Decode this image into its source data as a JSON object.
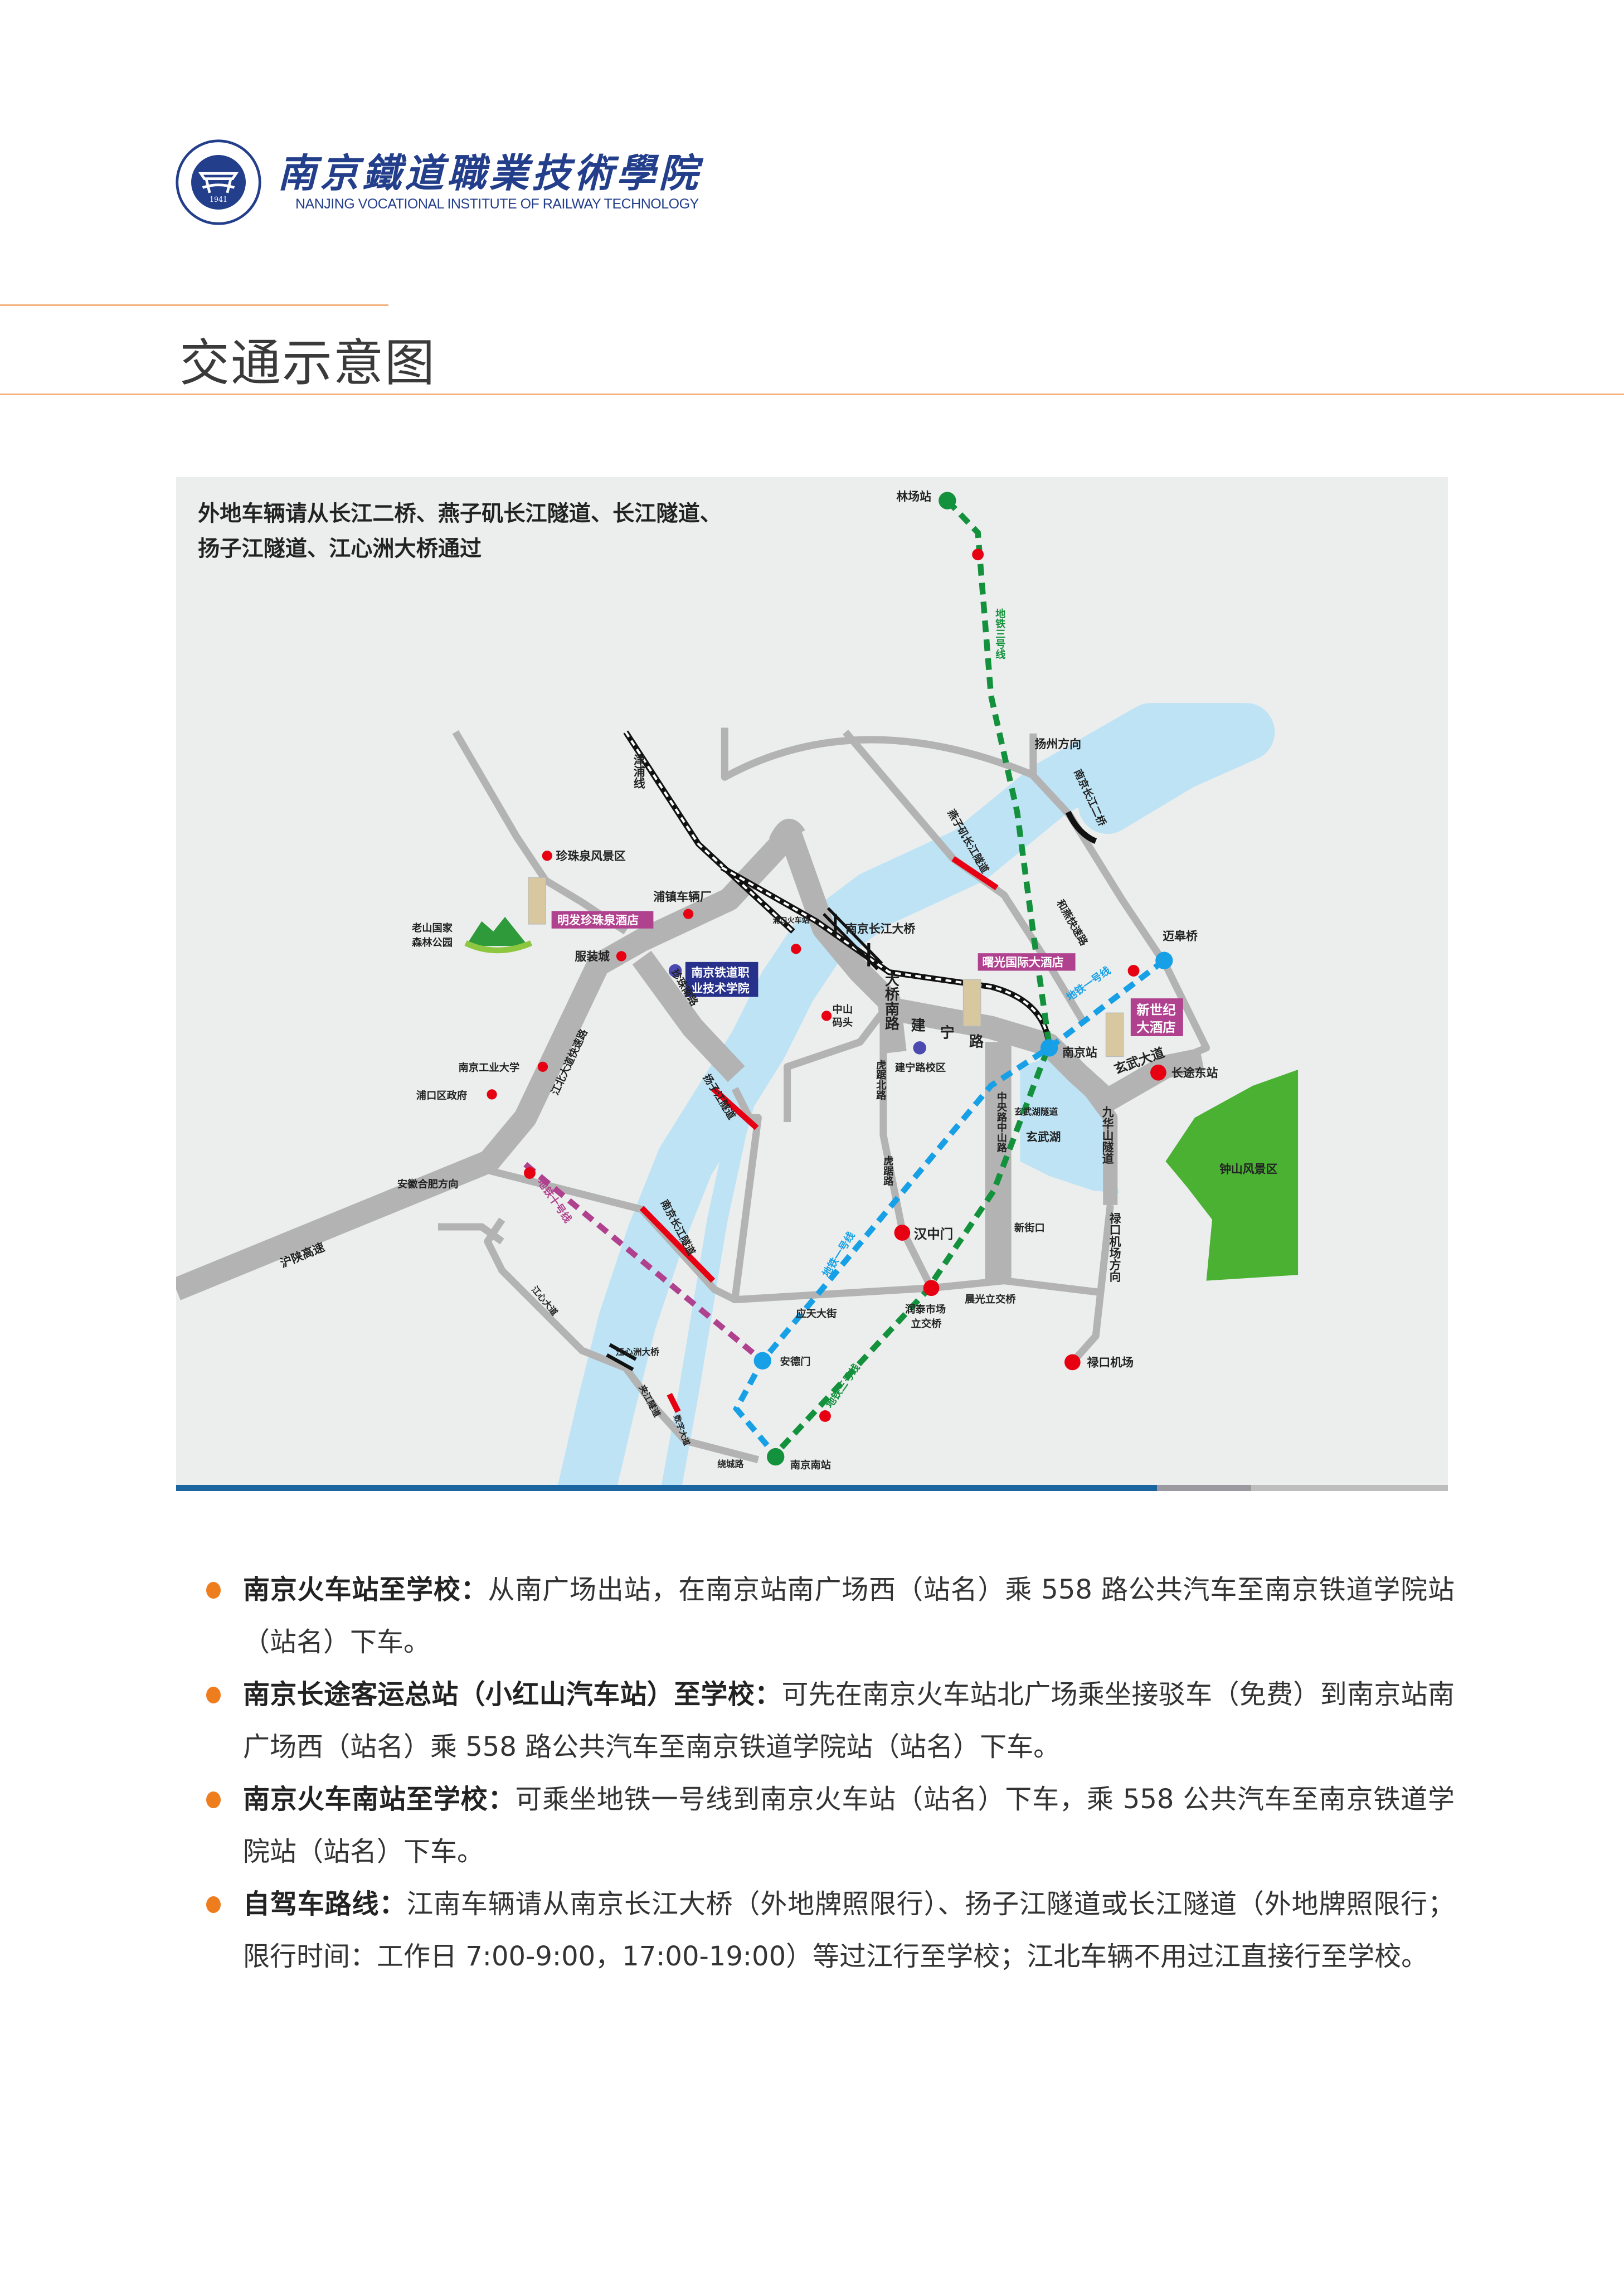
{
  "header": {
    "logo_cn": "南京鐵道職業技術學院",
    "logo_en": "NANJING VOCATIONAL INSTITUTE OF RAILWAY TECHNOLOGY",
    "logo_seal_year": "1941",
    "page_title": "交通示意图"
  },
  "colors": {
    "accent_orange": "#ee7d1e",
    "brand_navy": "#233e8b",
    "river": "#bde3f5",
    "road": "#b3b3b3",
    "metro_line_1": "#17a0e6",
    "metro_line_3": "#14913c",
    "metro_line_10": "#b0418e",
    "tunnel": "#e60012",
    "poi": "#e60012",
    "hotel_label": "#b0418e",
    "park": "#4bb133"
  },
  "map": {
    "notice_line1": "外地车辆请从长江二桥、燕子矶长江隧道、长江隧道、",
    "notice_line2": "扬子江隧道、江心洲大桥通过",
    "labels": {
      "linchang": "林场站",
      "yangzhou": "扬州方向",
      "metro3_north": "地铁三号线",
      "metro3_south": "地铁三号线",
      "metro1_north": "地铁一号线",
      "metro1_south": "地铁一号线",
      "metro10": "地铁十号线",
      "jinpu": "津浦线",
      "zhenzhuquan": "珍珠泉风景区",
      "puzhen": "浦镇车辆厂",
      "pukou_station": "浦口火车站",
      "yangtze_bridge": "南京长江大桥",
      "hotel_mingfa": "明发珍珠泉酒店",
      "laoshan_1": "老山国家",
      "laoshan_2": "森林公园",
      "fuzhuang": "服装城",
      "school_1": "南京铁道职",
      "school_2": "业技术学院",
      "zhongshan_pier_1": "中山",
      "zhongshan_pier_2": "码头",
      "daqiao_south": "大桥南路",
      "jianning_1": "建",
      "jianning_2": "宁",
      "jianning_3": "路",
      "jianning_campus": "建宁路校区",
      "hotel_shuguang": "曙光国际大酒店",
      "hotel_xinshiji_1": "新世纪",
      "hotel_xinshiji_2": "大酒店",
      "maigaoqiao": "迈皋桥",
      "nanjing_station": "南京站",
      "xuanwu_ave": "玄武大道",
      "long_distance_east": "长途东站",
      "second_bridge": "南京长江二桥",
      "heyan": "和燕快速路",
      "yanziji_tunnel": "燕子矶长江隧道",
      "nj_tech": "南京工业大学",
      "pukou_gov": "浦口区政府",
      "jiangbei_ave": "江北大道快速路",
      "zhenzhu_south": "珍珠南路",
      "yangzijiang_tunnel": "扬子江隧道",
      "anhui_hefei": "安徽合肥方向",
      "hushan_highway": "沪陕高速",
      "yangtze_tunnel": "南京长江隧道",
      "jiangxin_ave": "江心大道",
      "jiangxinzhou_bridge": "江心洲大桥",
      "jiajiang_tunnel": "夹江隧道",
      "shuzi_ave": "数字大道",
      "raocheng": "绕城路",
      "nanjing_south": "南京南站",
      "andemen": "安德门",
      "yingtian": "应天大街",
      "hanzhongmen": "汉中门",
      "runtai_1": "润泰市场",
      "runtai_2": "立交桥",
      "chenguang": "晨光立交桥",
      "xinjiekou": "新街口",
      "zhongyang_zhongshan": "中央路中山路",
      "hujubei": "虎踞北路",
      "huju": "虎踞路",
      "xuanwu_tunnel": "玄武湖隧道",
      "xuanwu_lake": "玄武湖",
      "jiuhuashan": "九华山隧道",
      "lukou_dir": "禄口机场方向",
      "lukou": "禄口机场",
      "zhongshan_scenic": "钟山风景区"
    }
  },
  "directions": [
    {
      "title": "南京火车站至学校：",
      "text": "从南广场出站，在南京站南广场西（站名）乘 558 路公共汽车至南京铁道学院站（站名）下车。"
    },
    {
      "title": "南京长途客运总站（小红山汽车站）至学校：",
      "text": "可先在南京火车站北广场乘坐接驳车（免费）到南京站南广场西（站名）乘 558 路公共汽车至南京铁道学院站（站名）下车。"
    },
    {
      "title": "南京火车南站至学校：",
      "text": "可乘坐地铁一号线到南京火车站（站名）下车，乘 558 公共汽车至南京铁道学院站（站名）下车。"
    },
    {
      "title": "自驾车路线：",
      "text": "江南车辆请从南京长江大桥（外地牌照限行）、扬子江隧道或长江隧道（外地牌照限行；限行时间：工作日 7:00-9:00，17:00-19:00）等过江行至学校；江北车辆不用过江直接行至学校。"
    }
  ]
}
